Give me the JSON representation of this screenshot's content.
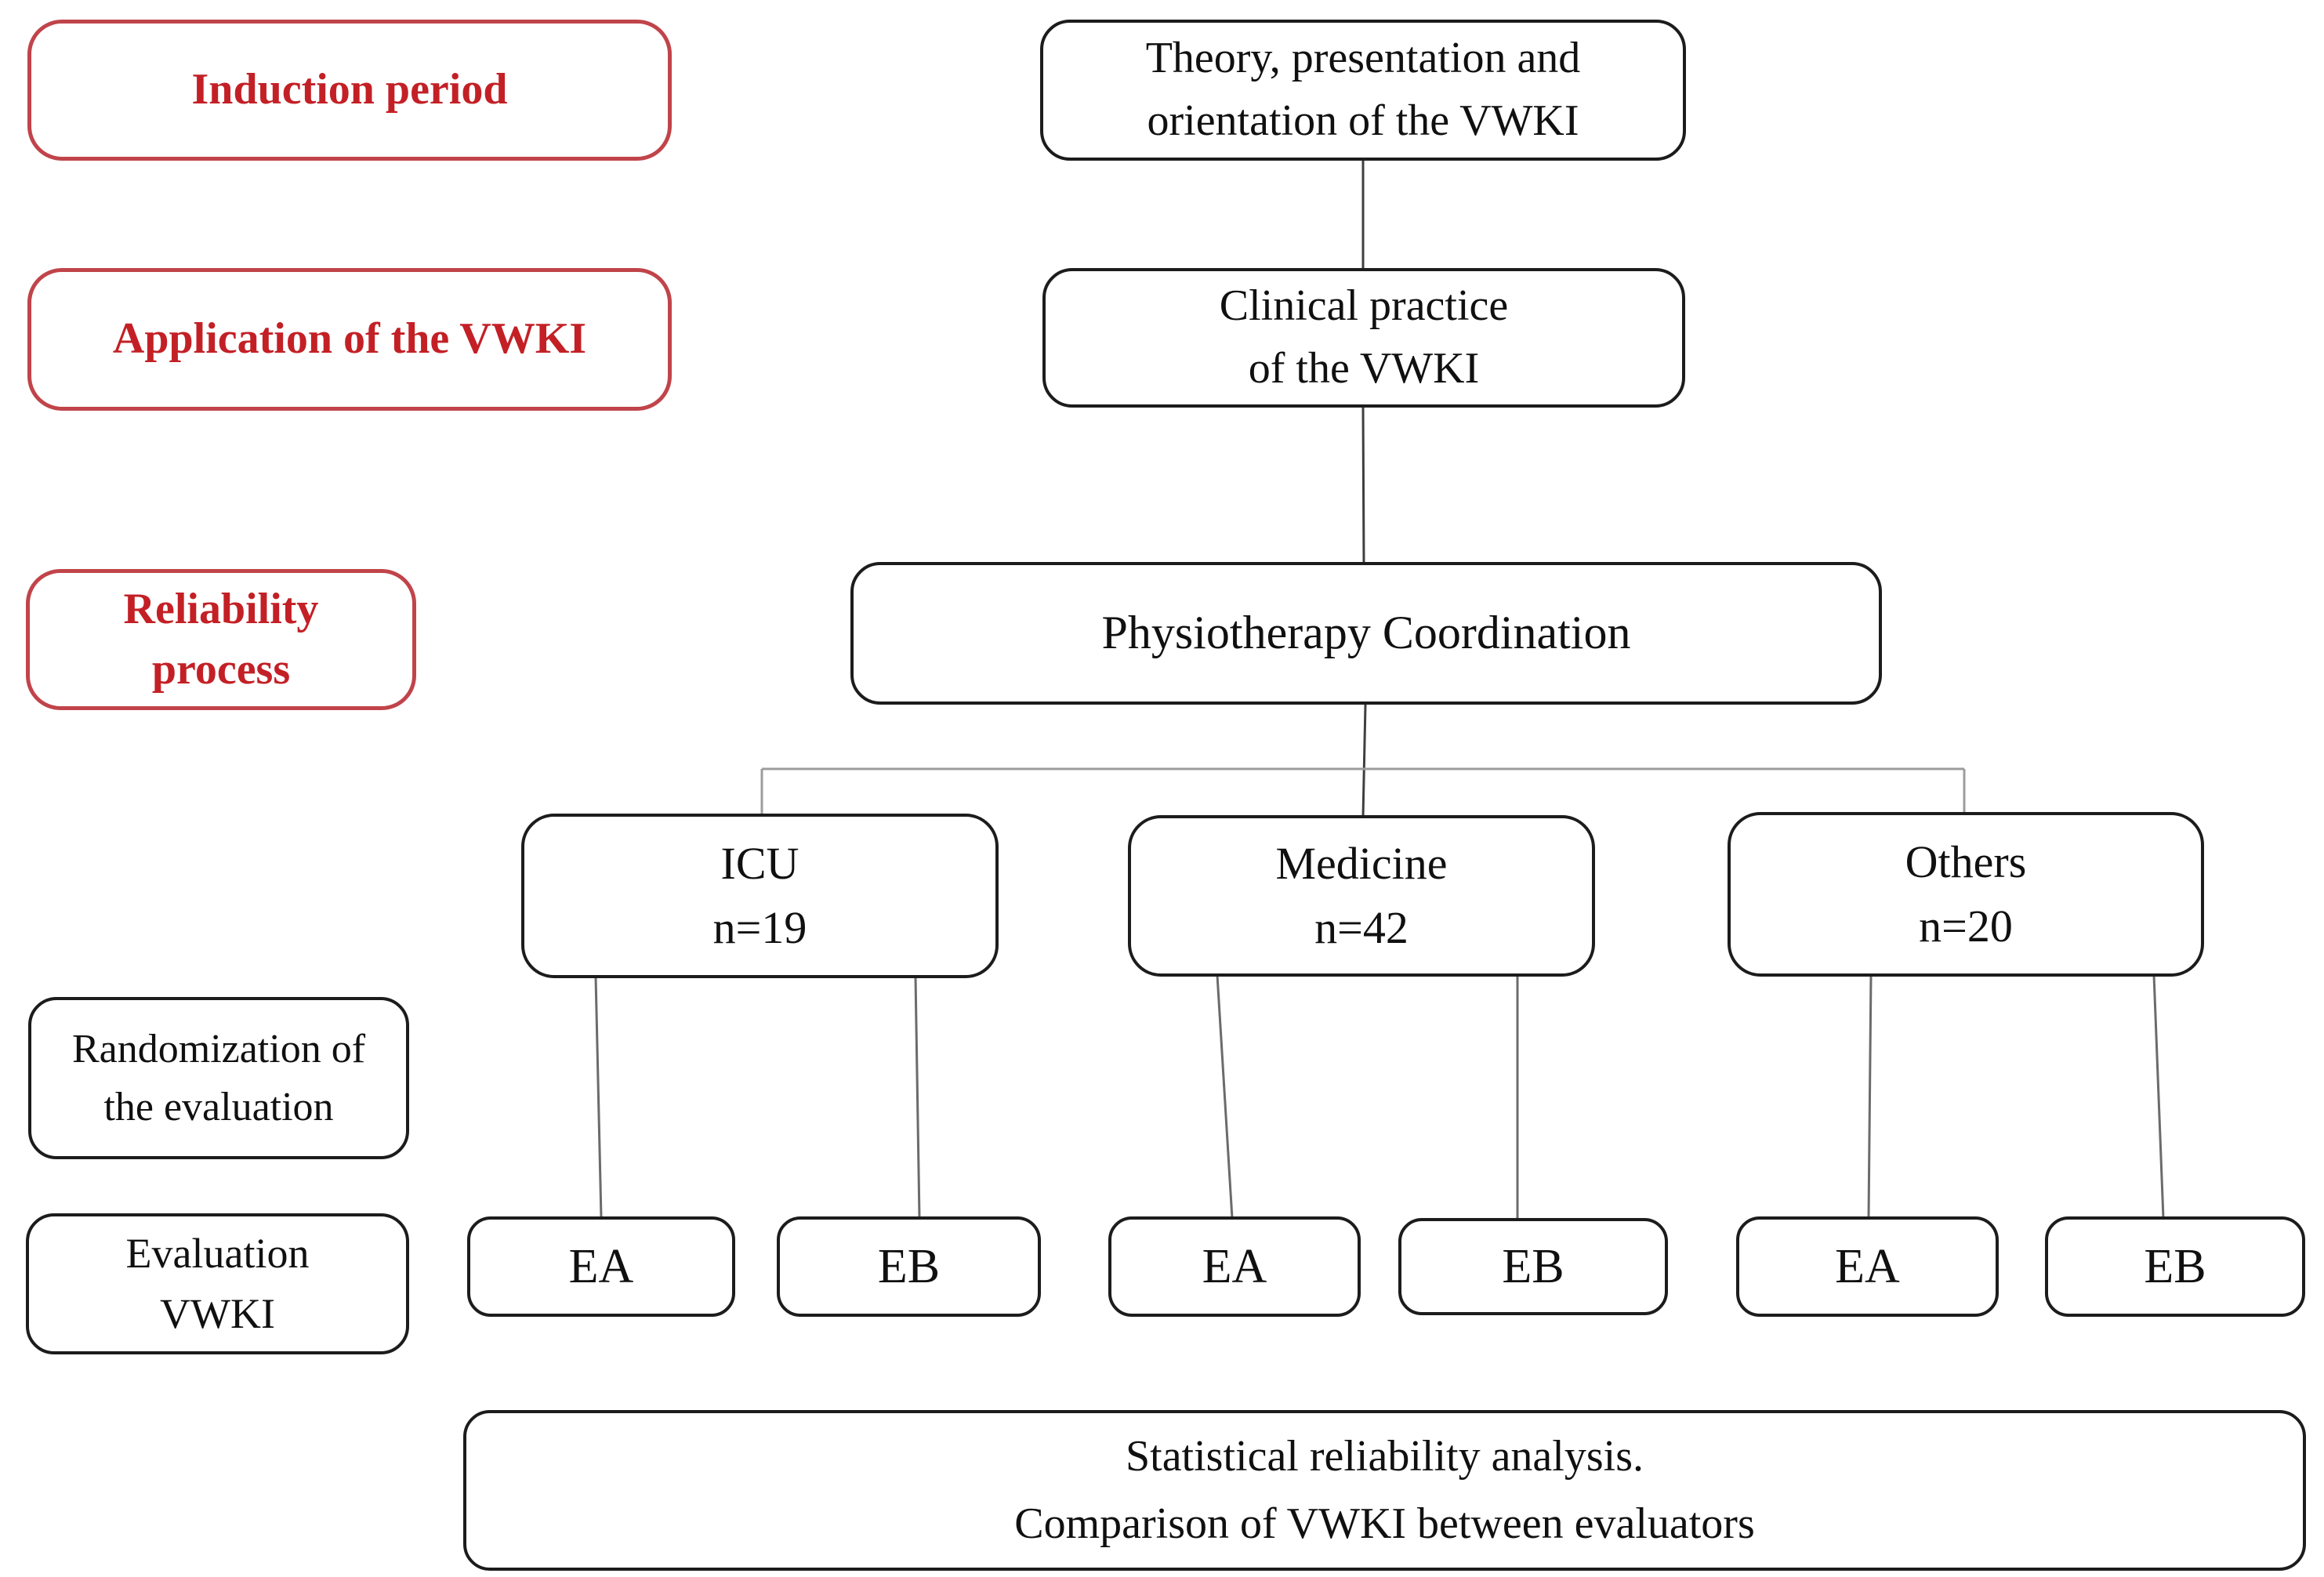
{
  "figure": {
    "type": "flowchart",
    "subject": "VWKI reliability study flow"
  },
  "colors": {
    "red_label_text": "#c32026",
    "red_label_border": "#c0444a",
    "node_border": "#1c1c1c",
    "node_text": "#101010",
    "connector_main": "#3f3f3f",
    "connector_branch": "#6b6b6b",
    "connector_rail": "#9c9c9c"
  },
  "stage_labels": {
    "induction": {
      "text": "Induction period"
    },
    "application": {
      "text": "Application of the VWKI"
    },
    "reliability": {
      "lines": [
        "Reliability",
        "process"
      ]
    },
    "randomization": {
      "lines": [
        "Randomization of",
        "the evaluation"
      ]
    },
    "evaluation": {
      "lines": [
        "Evaluation",
        "VWKI"
      ]
    }
  },
  "flow": {
    "theory": {
      "lines": [
        "Theory, presentation and",
        "orientation of the VWKI"
      ]
    },
    "clinical": {
      "lines": [
        "Clinical practice",
        "of the VWKI"
      ]
    },
    "coordination": {
      "text": "Physiotherapy Coordination"
    },
    "groups": [
      {
        "name": "ICU",
        "n": "n=19"
      },
      {
        "name": "Medicine",
        "n": "n=42"
      },
      {
        "name": "Others",
        "n": "n=20"
      }
    ],
    "evaluators": [
      {
        "label": "EA"
      },
      {
        "label": "EB"
      },
      {
        "label": "EA"
      },
      {
        "label": "EB"
      },
      {
        "label": "EA"
      },
      {
        "label": "EB"
      }
    ],
    "final": {
      "lines": [
        "Statistical reliability analysis.",
        "Comparison of VWKI between evaluators"
      ]
    }
  }
}
